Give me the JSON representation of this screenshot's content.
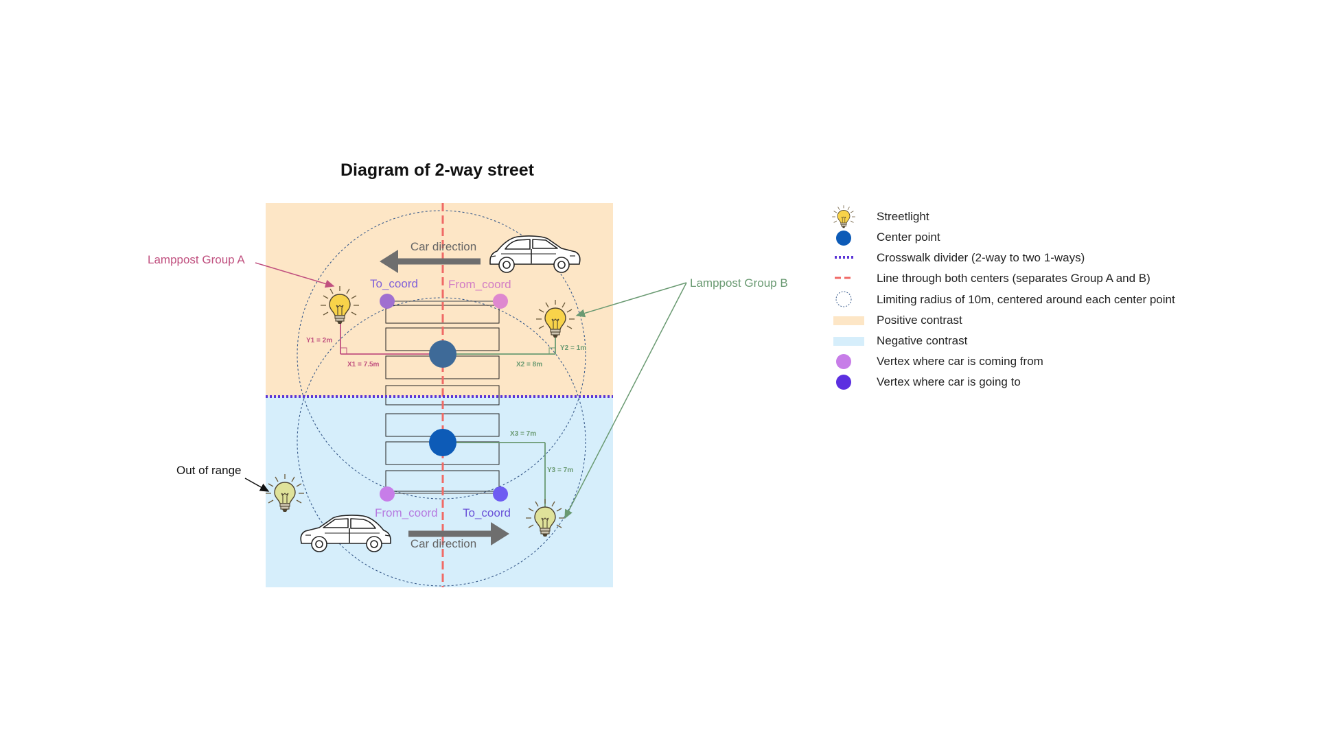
{
  "title": "Diagram of 2-way street",
  "labels": {
    "group_a": "Lamppost Group A",
    "group_b": "Lamppost Group B",
    "out_of_range": "Out of range",
    "car_direction_top": "Car direction",
    "car_direction_bottom": "Car direction",
    "top_to_coord": "To_coord",
    "top_from_coord": "From_coord",
    "bottom_from_coord": "From_coord",
    "bottom_to_coord": "To_coord"
  },
  "measurements": {
    "y1": "Y1 = 2m",
    "x1": "X1 = 7.5m",
    "y2": "Y2 = 1m",
    "x2": "X2 = 8m",
    "x3": "X3 = 7m",
    "y3": "Y3 = 7m"
  },
  "legend": [
    {
      "key": "streetlight",
      "label": "Streetlight"
    },
    {
      "key": "center",
      "label": "Center point"
    },
    {
      "key": "crosswalk",
      "label": "Crosswalk divider (2-way to two 1-ways)"
    },
    {
      "key": "centerline",
      "label": "Line through both centers (separates  Group A and B)"
    },
    {
      "key": "radius",
      "label": "Limiting radius of 10m, centered around each center point"
    },
    {
      "key": "positive",
      "label": "Positive contrast"
    },
    {
      "key": "negative",
      "label": "Negative contrast"
    },
    {
      "key": "from_vertex",
      "label": "Vertex where car is coming from"
    },
    {
      "key": "to_vertex",
      "label": "Vertex where car is going to"
    }
  ],
  "colors": {
    "positive_contrast": "#fde6c6",
    "negative_contrast": "#d6eefb",
    "center_top": "#3e6a98",
    "center_bottom": "#0d5bb7",
    "crosswalk_divider": "#5b35d6",
    "center_line": "#f06a66",
    "radius_circle": "#3a5c8c",
    "group_a": "#c0507f",
    "group_b": "#6a9a72",
    "from_vertex": "#c77de8",
    "to_vertex_top": "#a070d0",
    "from_vertex_top": "#de88cf",
    "to_vertex": "#5c2fe0",
    "direction_arrow": "#6e6e6e",
    "bulb_yellow": "#f8d34a",
    "bulb_pale": "#dfe29a"
  }
}
